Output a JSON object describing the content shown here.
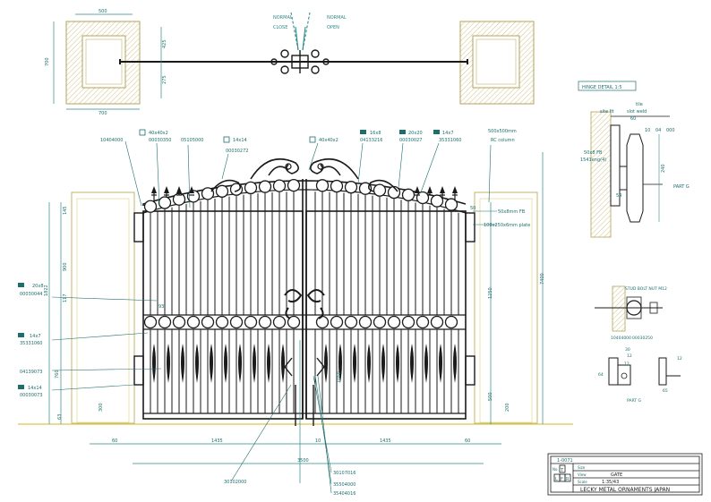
{
  "plan": {
    "dim_top": "500",
    "dim_left_h": "700",
    "dim_bottom_w": "700",
    "dim_right_a": "425",
    "dim_right_b": "275",
    "normal_close": "NORMAL\nCLOSE",
    "normal_open": "NORMAL\nOPEN"
  },
  "hinge_detail": {
    "title": "HINGE DETAIL 1:5",
    "tile": "tile",
    "site_fit": "site fit",
    "slot_weld": "slot weld",
    "d60": "60",
    "d10": "10",
    "d04": "04",
    "d000": "000",
    "d50x8": "50x8 FB",
    "d1541": "1541eng(4)",
    "d240": "240",
    "d54": "54",
    "part_g": "PART G"
  },
  "stud": {
    "label": "STUD BOLT NUT M12",
    "code1": "10404000",
    "code2": "00030250"
  },
  "partg": {
    "d30": "30",
    "d12a": "12",
    "d12b": "12",
    "d64": "64",
    "d65": "65",
    "d12c": "12",
    "label": "PART G"
  },
  "callouts": {
    "c10404000": "10404000",
    "c40x40x2": "40x40x2",
    "c00030350": "00030350",
    "c05105000": "05105000",
    "c14x14a": "14x14",
    "c00030272": "00030272",
    "c40x40x2b": "40x40x2",
    "c16x8": "16x8",
    "c04133216": "04133216",
    "c20x20": "20x20",
    "c00030027": "00030027",
    "c14x7": "14x7",
    "c35331060": "35331060",
    "c500x500": "500x500mm",
    "c_rc": "RC column",
    "c50x8fb": "50x8mm FB",
    "c100x250": "100x250x6mm plate",
    "c20x8": "20x8",
    "c00030044": "00030044",
    "c14x7b": "14x7",
    "c35331060b": "35331060",
    "c04139073": "04139073",
    "c14x14b": "14x14",
    "c00030073": "00030073",
    "c30102000": "30102000",
    "c30107016": "30107016",
    "c35504000": "35504000",
    "c35404016": "35404016"
  },
  "dims": {
    "d145": "145",
    "d900": "900",
    "d117": "117",
    "d1822": "1822",
    "d760": "760",
    "d300": "300",
    "d63": "63",
    "d93": "93",
    "d50": "50",
    "d1250": "1250",
    "d7400": "7400",
    "d500": "500",
    "d1060": "1060",
    "d200": "200",
    "d60a": "60",
    "d1435a": "1435",
    "d10": "10",
    "d1435b": "1435",
    "d60b": "60",
    "d3500": "3500"
  },
  "title_block": {
    "no_label": "No.",
    "no_value": "1-0071",
    "size_label": "Size",
    "size_value": "",
    "view_label": "View",
    "view_value": "GATE",
    "scale_label": "Scale",
    "scale_value": "1:35/43",
    "side_a": "T",
    "side_b": "L",
    "side_c": "F",
    "side_d": "R",
    "company": "LECKY METAL ORNAMENTS JAPAN"
  },
  "colors": {
    "line": "#1a1a1a",
    "dim": "#2e8b8b",
    "accent": "#1f6e6e",
    "column": "#b3a35a",
    "hatch": "#c4b46a",
    "ground": "#d9c84a"
  }
}
